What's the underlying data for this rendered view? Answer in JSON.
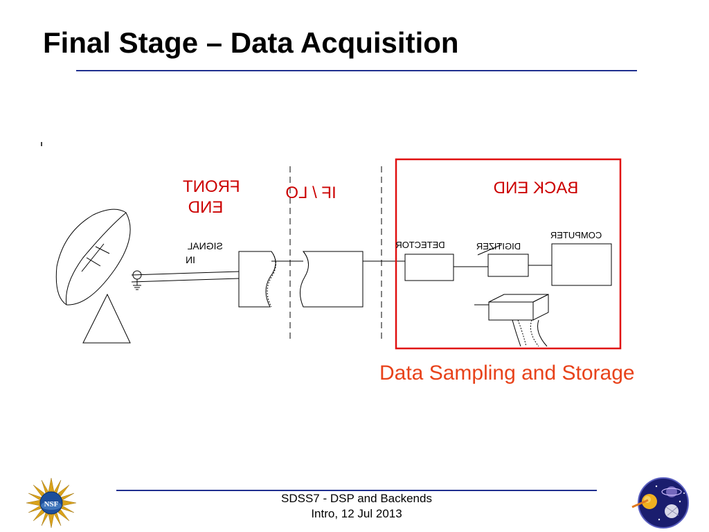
{
  "slide": {
    "title": "Final Stage – Data Acquisition",
    "caption": "Data Sampling and Storage",
    "footer": {
      "line1": "SDSS7 - DSP and Backends",
      "line2": "Intro, 12 Jul 2013"
    },
    "colors": {
      "title_rule": "#1f2f8f",
      "highlight_box": "#e01010",
      "caption": "#e8421a",
      "section_label": "#cc0000"
    },
    "logos": [
      "nsf-logo",
      "astronomy-logo"
    ]
  },
  "diagram": {
    "sections": {
      "front_end": {
        "line1": "FRONT",
        "line2": "END"
      },
      "if": "IF / LO",
      "back_end": "BACK END"
    },
    "labels": {
      "signal_line1": "SIGNAL",
      "signal_line2": "IN",
      "detector": "DETECTOR",
      "digitizer": "DIGITIZER",
      "computer": "COMPUTER"
    }
  }
}
